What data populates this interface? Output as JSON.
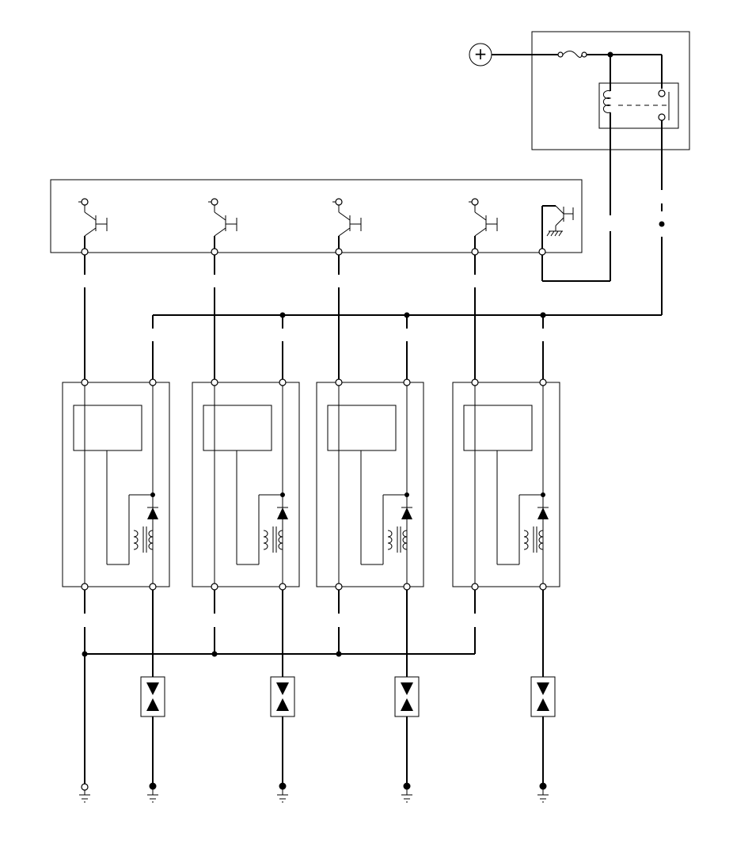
{
  "diagram": {
    "kind": "ignition-coil-wiring-schematic",
    "colors": {
      "line": "#000000",
      "background": "#ffffff"
    },
    "power_symbol": "+",
    "coil_units": 4,
    "transistor_drivers": 4,
    "connectors": 4,
    "grounds": 5
  }
}
